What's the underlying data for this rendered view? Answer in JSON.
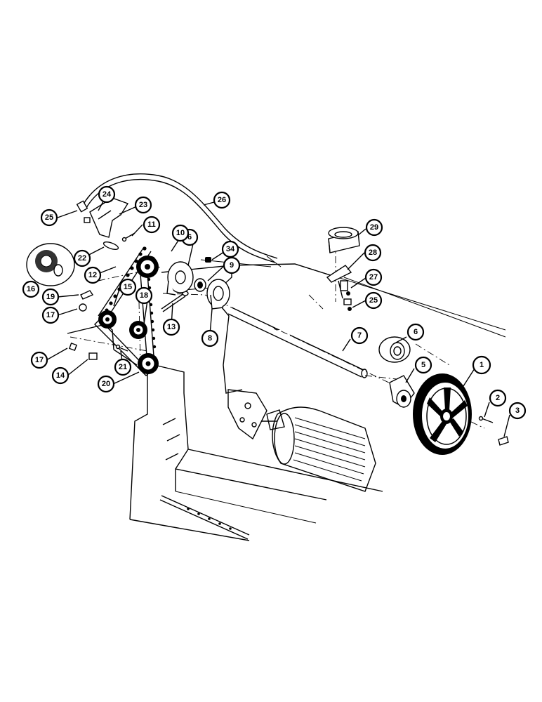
{
  "callouts": [
    {
      "id": "c1",
      "label": "1"
    },
    {
      "id": "c2",
      "label": "2"
    },
    {
      "id": "c3",
      "label": "3"
    },
    {
      "id": "c5",
      "label": "5"
    },
    {
      "id": "c6a",
      "label": "6"
    },
    {
      "id": "c6b",
      "label": "6"
    },
    {
      "id": "c7",
      "label": "7"
    },
    {
      "id": "c8",
      "label": "8"
    },
    {
      "id": "c9",
      "label": "9"
    },
    {
      "id": "c10",
      "label": "10"
    },
    {
      "id": "c11",
      "label": "11"
    },
    {
      "id": "c12",
      "label": "12"
    },
    {
      "id": "c13",
      "label": "13"
    },
    {
      "id": "c14",
      "label": "14"
    },
    {
      "id": "c15",
      "label": "15"
    },
    {
      "id": "c16",
      "label": "16"
    },
    {
      "id": "c17a",
      "label": "17"
    },
    {
      "id": "c17b",
      "label": "17"
    },
    {
      "id": "c18",
      "label": "18"
    },
    {
      "id": "c19",
      "label": "19"
    },
    {
      "id": "c20",
      "label": "20"
    },
    {
      "id": "c21",
      "label": "21"
    },
    {
      "id": "c22",
      "label": "22"
    },
    {
      "id": "c23",
      "label": "23"
    },
    {
      "id": "c24",
      "label": "24"
    },
    {
      "id": "c25a",
      "label": "25"
    },
    {
      "id": "c25b",
      "label": "25"
    },
    {
      "id": "c26",
      "label": "26"
    },
    {
      "id": "c27",
      "label": "27"
    },
    {
      "id": "c28",
      "label": "28"
    },
    {
      "id": "c29",
      "label": "29"
    },
    {
      "id": "c34",
      "label": "34"
    }
  ]
}
